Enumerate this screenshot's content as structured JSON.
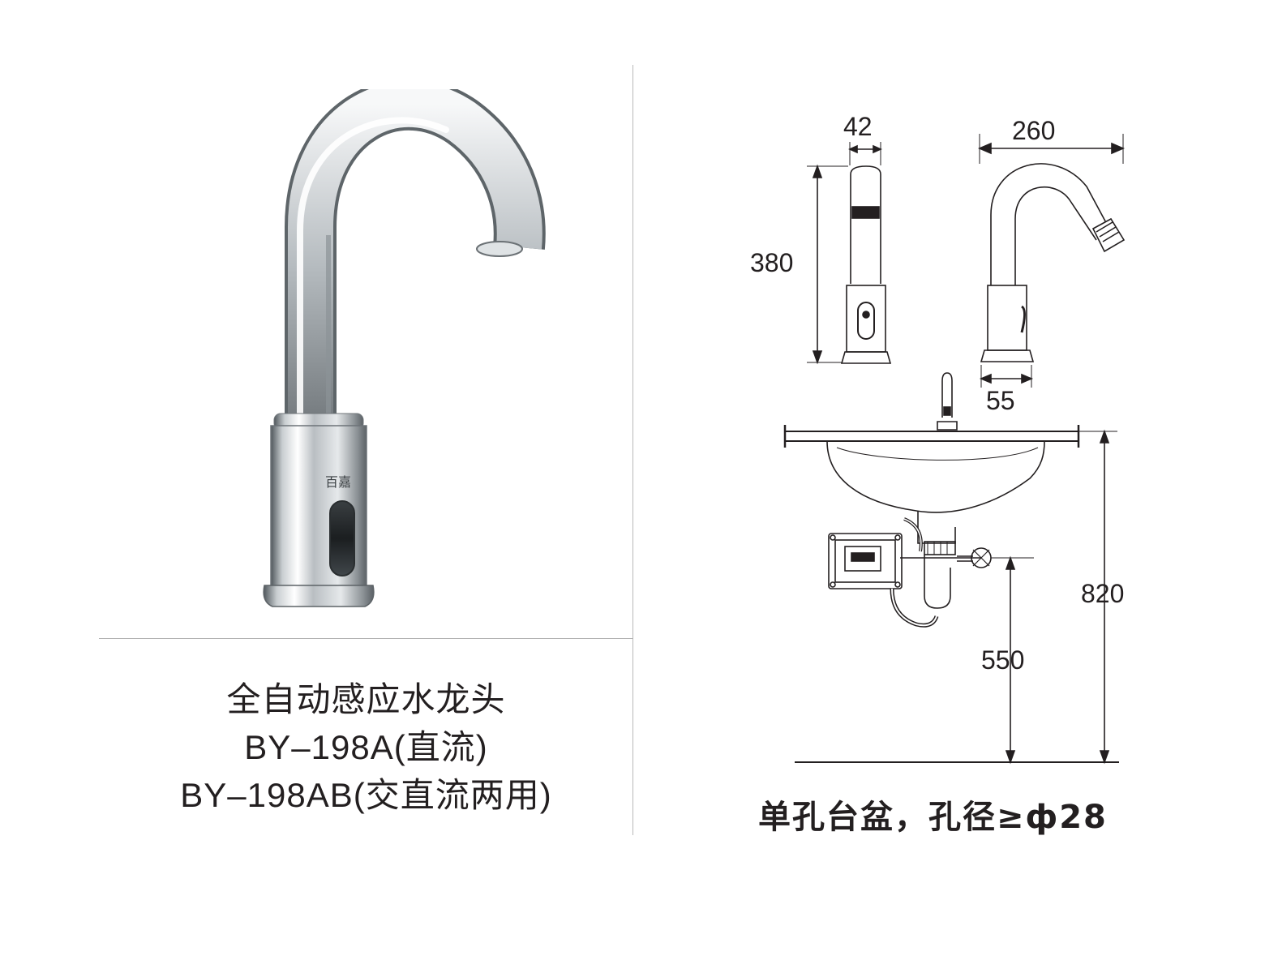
{
  "product": {
    "name": "全自动感应水龙头",
    "model_dc": "BY–198A(直流)",
    "model_acdc": "BY–198AB(交直流两用)",
    "brand_mark": "百嘉"
  },
  "dimensions": {
    "width_front": "42",
    "spout_reach": "260",
    "height": "380",
    "base_diameter": "55",
    "total_height": "820",
    "faucet_mount_height": "550"
  },
  "installation_note": "单孔台盆，孔径≥ф28",
  "colors": {
    "line": "#231f20",
    "chrome_dark": "#6d7378",
    "chrome_light": "#f2f4f5",
    "divider": "#b8b8b8"
  }
}
